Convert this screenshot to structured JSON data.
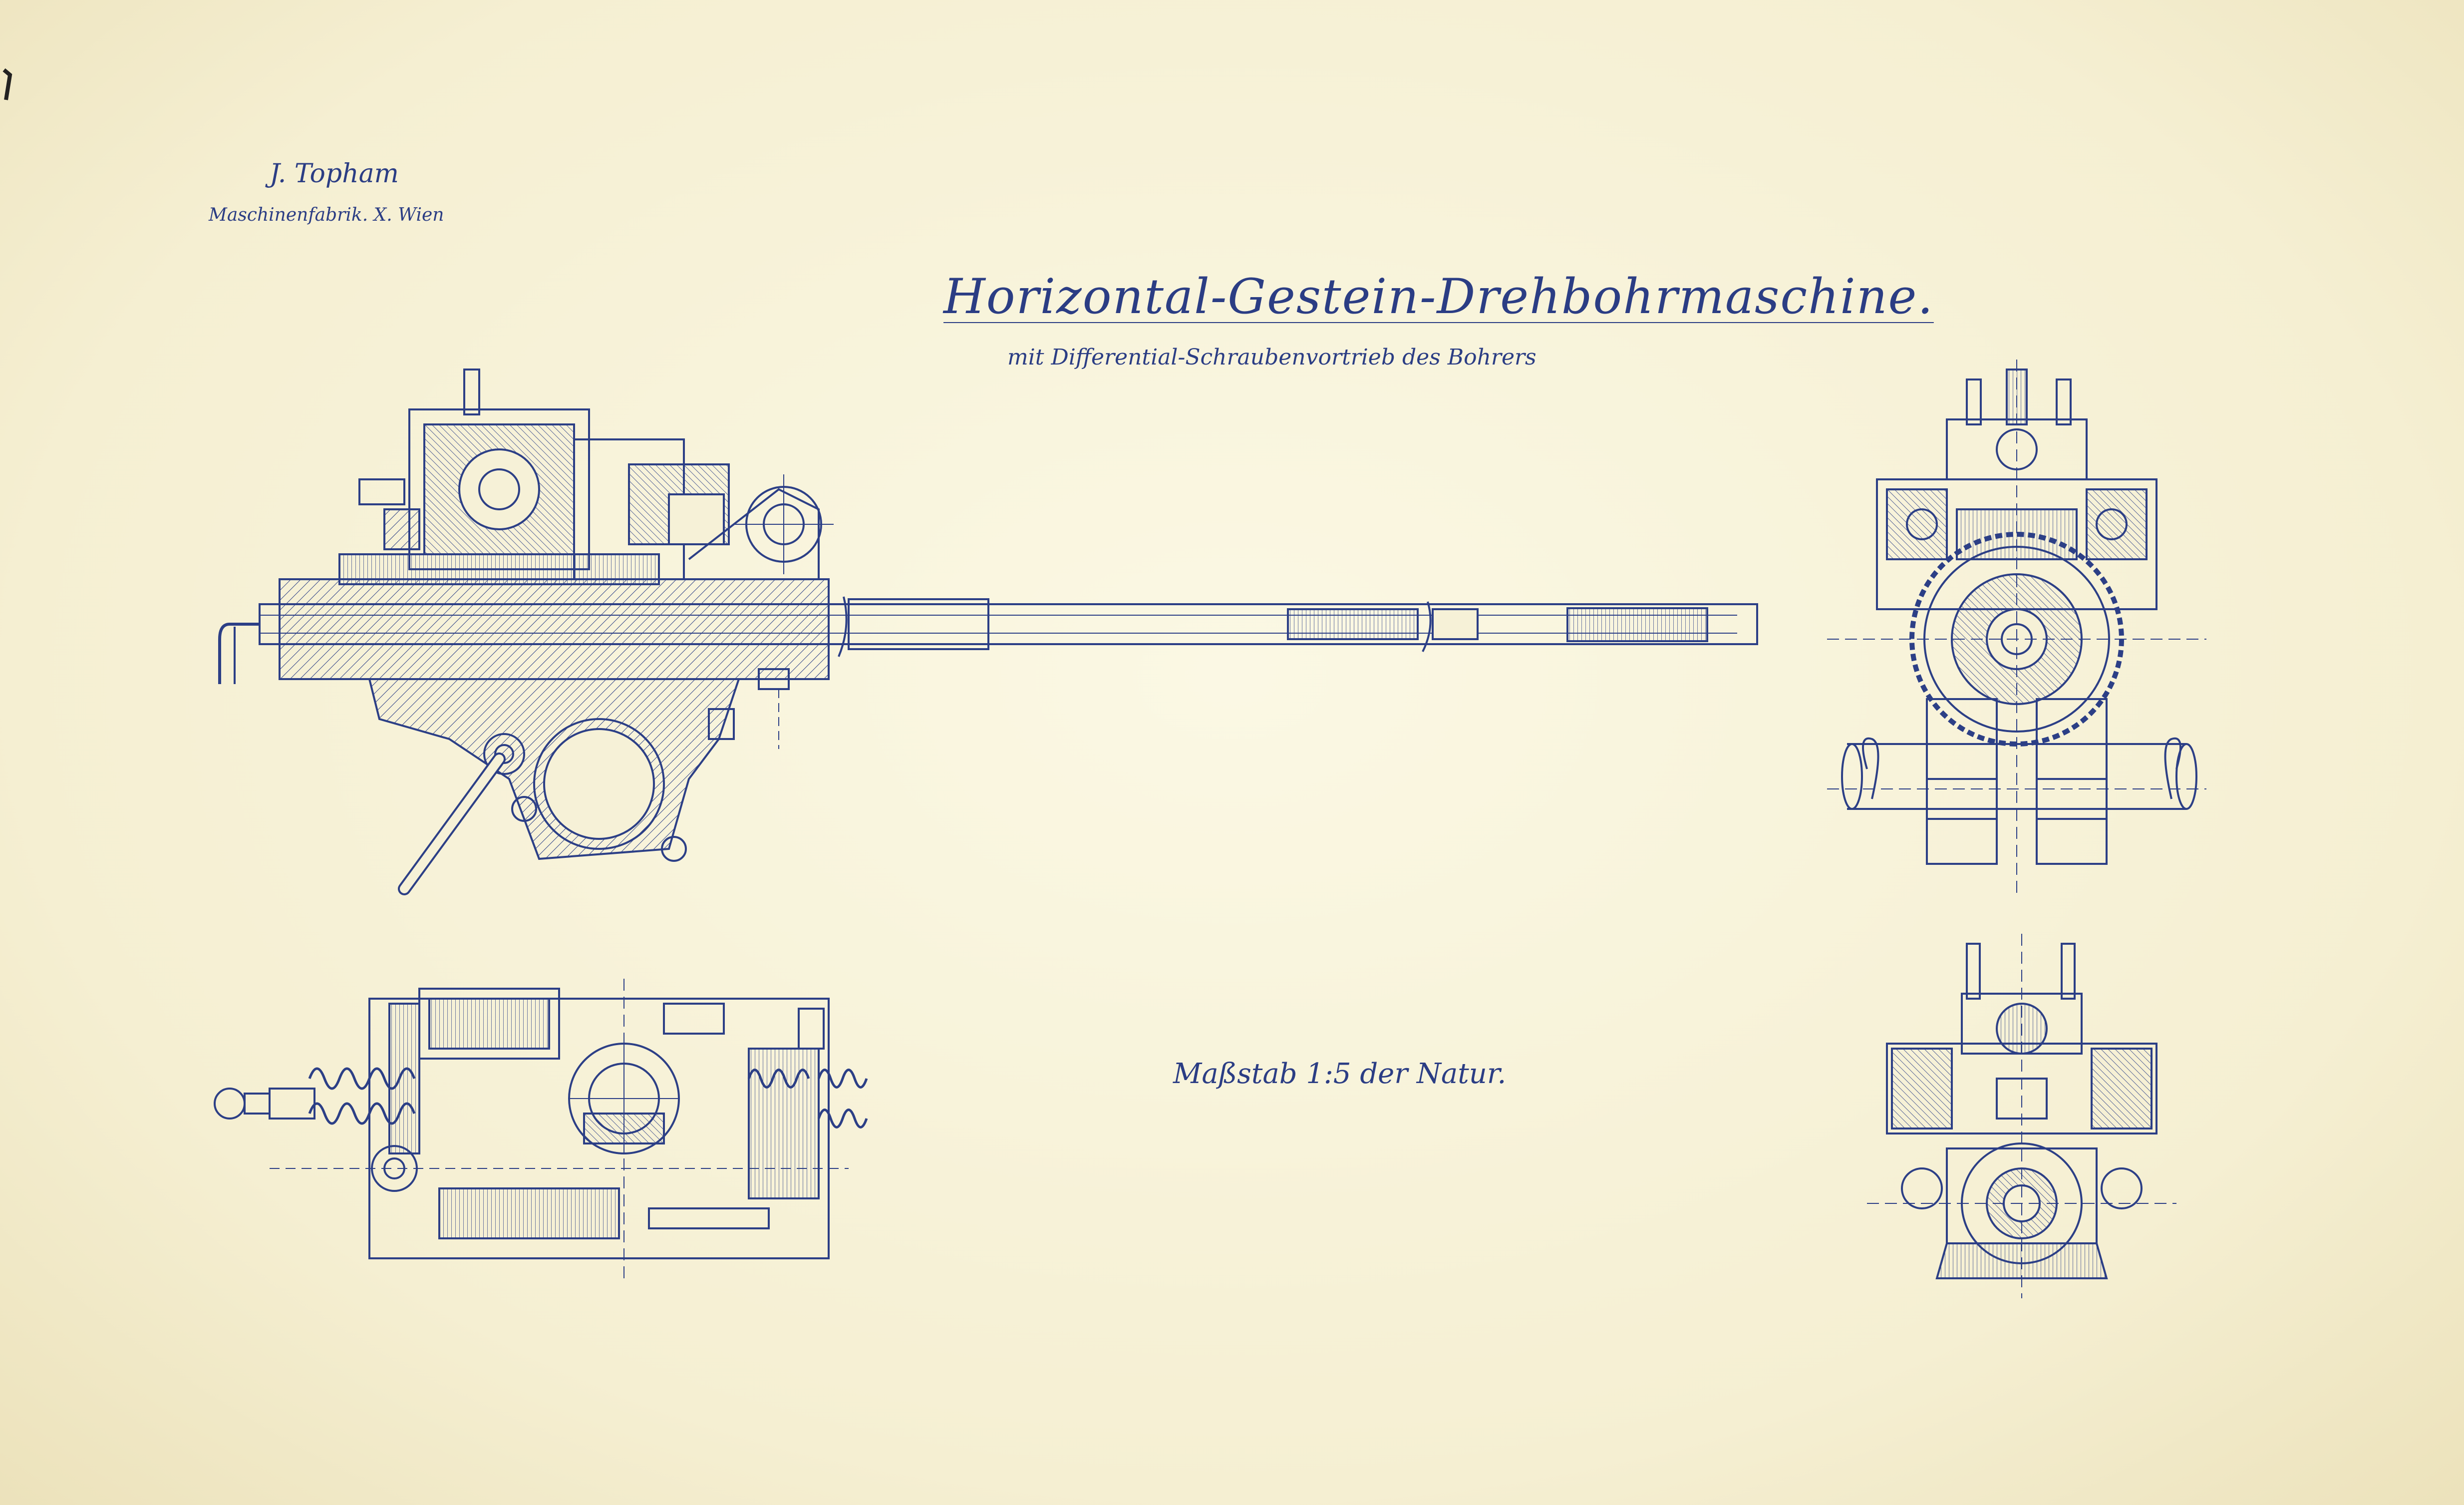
{
  "drawing": {
    "author_name": "J. Topham",
    "author_company": "Maschinenfabrik. X. Wien",
    "title": "Horizontal-Gestein-Drehbohrmaschine.",
    "subtitle": "mit Differential-Schraubenvortrieb des Bohrers",
    "scale_note": "Maßstab 1:5 der Natur."
  },
  "colors": {
    "paper": "#f6f1d7",
    "ink": "#2c3f86"
  }
}
